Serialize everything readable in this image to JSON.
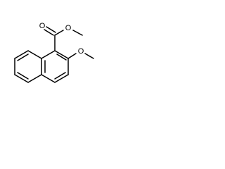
{
  "molecule": {
    "atom_labels": {
      "carbonyl_oxygen": "O",
      "ester_oxygen": "O",
      "ether_oxygen": "O"
    }
  }
}
